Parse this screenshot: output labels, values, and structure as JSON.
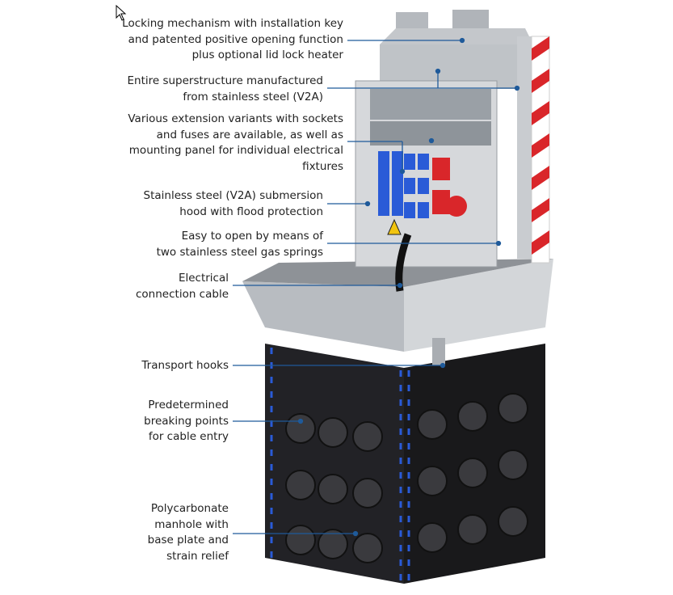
{
  "callouts": [
    {
      "id": "locking",
      "text": "Locking mechanism with installation key\nand patented positive opening function\nplus optional lid lock heater"
    },
    {
      "id": "superstructure",
      "text": "Entire superstructure manufactured\nfrom stainless steel (V2A)"
    },
    {
      "id": "extension",
      "text": "Various extension variants with sockets\nand fuses are available, as well as\nmounting panel for individual electrical\nfixtures"
    },
    {
      "id": "hood",
      "text": "Stainless steel (V2A) submersion\nhood with flood protection"
    },
    {
      "id": "springs",
      "text": "Easy to open by means of\ntwo stainless steel gas springs"
    },
    {
      "id": "cable",
      "text": "Electrical\nconnection cable"
    },
    {
      "id": "hooks",
      "text": "Transport hooks"
    },
    {
      "id": "breaking",
      "text": "Predetermined\nbreaking points\nfor cable entry"
    },
    {
      "id": "manhole",
      "text": "Polycarbonate\nmanhole with\nbase plate and\nstrain relief"
    }
  ],
  "colors": {
    "leader": "#1f5a9a",
    "steel": "#c9ccd0",
    "manhole": "#1e1e20",
    "socket_blue": "#2a5bd7",
    "socket_red": "#d9262a"
  }
}
